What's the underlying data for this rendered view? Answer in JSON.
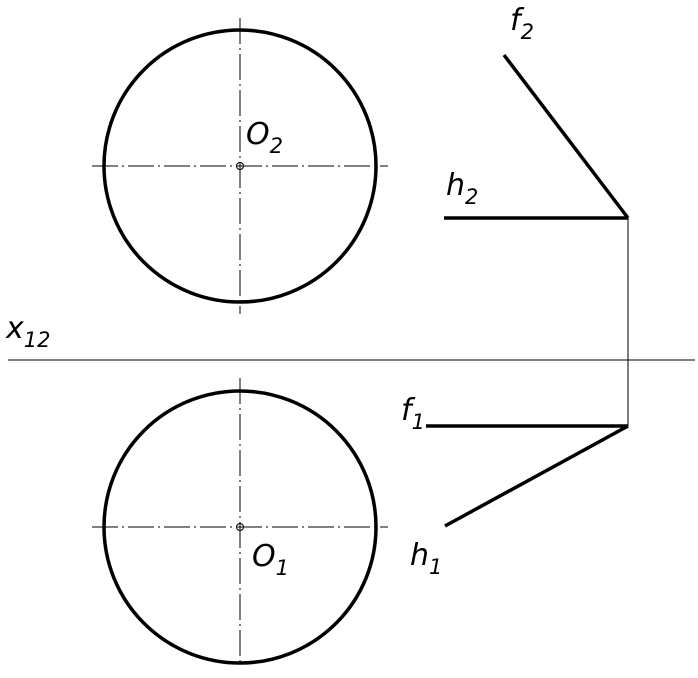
{
  "labels": {
    "f2": {
      "base": "f",
      "sub": "2"
    },
    "h2": {
      "base": "h",
      "sub": "2"
    },
    "o2": {
      "base": "O",
      "sub": "2"
    },
    "x12": {
      "base": "x",
      "sub": "12"
    },
    "f1": {
      "base": "f",
      "sub": "1"
    },
    "h1": {
      "base": "h",
      "sub": "1"
    },
    "o1": {
      "base": "O",
      "sub": "1"
    }
  }
}
